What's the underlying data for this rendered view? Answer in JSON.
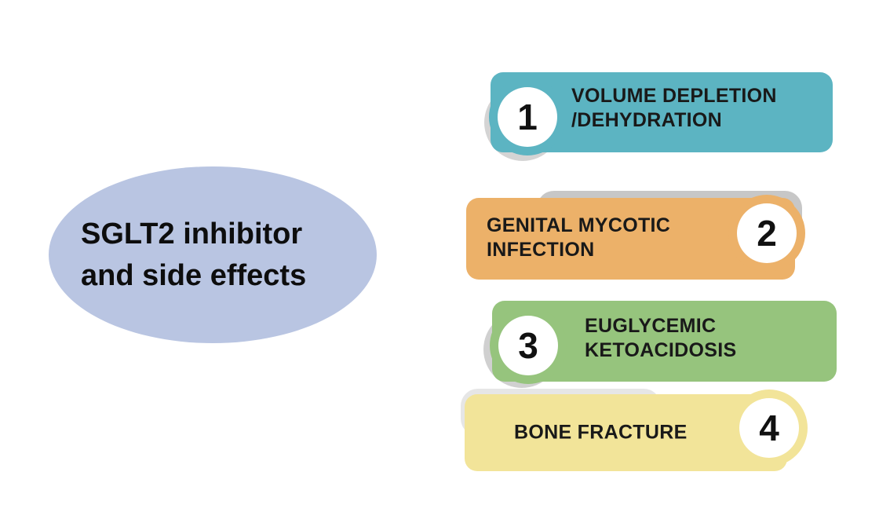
{
  "title": {
    "lines": [
      "SGLT2 inhibitor",
      "and side effects"
    ]
  },
  "items": [
    {
      "number": "1",
      "lines": [
        "VOLUME DEPLETION",
        "/DEHYDRATION"
      ],
      "color": "#5cb4c2",
      "shadow_color": "#d4d4d4",
      "badge_side": "left"
    },
    {
      "number": "2",
      "lines": [
        "GENITAL MYCOTIC",
        "INFECTION"
      ],
      "color": "#ecb169",
      "shadow_color": "#c7c7c7",
      "badge_side": "right"
    },
    {
      "number": "3",
      "lines": [
        "EUGLYCEMIC",
        "KETOACIDOSIS"
      ],
      "color": "#96c47d",
      "shadow_color": "#d0d0d0",
      "badge_side": "left"
    },
    {
      "number": "4",
      "lines": [
        "BONE FRACTURE"
      ],
      "color": "#f2e499",
      "shadow_color": "#e6e6e6",
      "badge_side": "right"
    }
  ],
  "colors": {
    "background": "#ffffff",
    "ellipse_fill": "#b9c5e2",
    "label_text": "#191919",
    "title_text": "#0d0d0d"
  }
}
